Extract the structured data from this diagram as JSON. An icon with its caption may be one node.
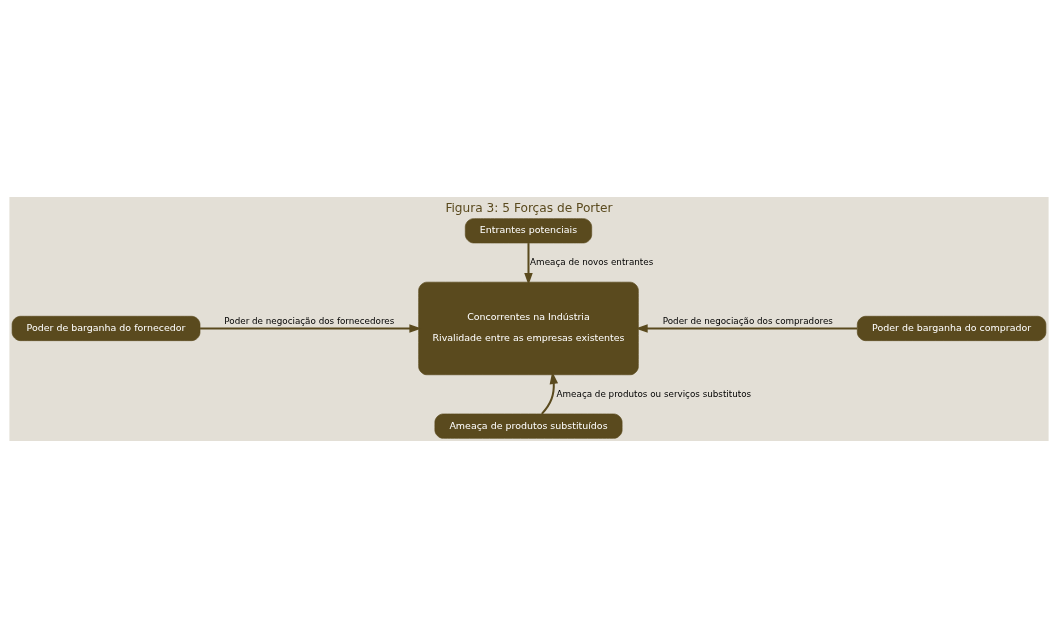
{
  "diagram": {
    "title": "Figura 3: 5 Forças de Porter",
    "nodes": [
      {
        "text": [
          "Entrantes potenciais"
        ]
      },
      {
        "text": [
          "Poder de barganha do fornecedor"
        ]
      },
      {
        "text": [
          "Concorrentes na Indústria",
          "Rivalidade entre as empresas existentes"
        ]
      },
      {
        "text": [
          "Poder de barganha do comprador"
        ]
      },
      {
        "text": [
          "Ameaça de produtos substituídos"
        ]
      }
    ],
    "edges": [
      {
        "from": 0,
        "to": 2,
        "arrow": "to",
        "label": "Ameaça de novos entrantes"
      },
      {
        "from": 1,
        "to": 2,
        "arrow": "to",
        "label": "Poder de negociação dos fornecedores"
      },
      {
        "from": 3,
        "to": 2,
        "arrow": "to",
        "label": "Poder de negociação dos compradores"
      },
      {
        "from": 4,
        "to": 2,
        "arrow": "to",
        "label": "Ameaça de produtos ou serviços substitutos"
      }
    ]
  }
}
